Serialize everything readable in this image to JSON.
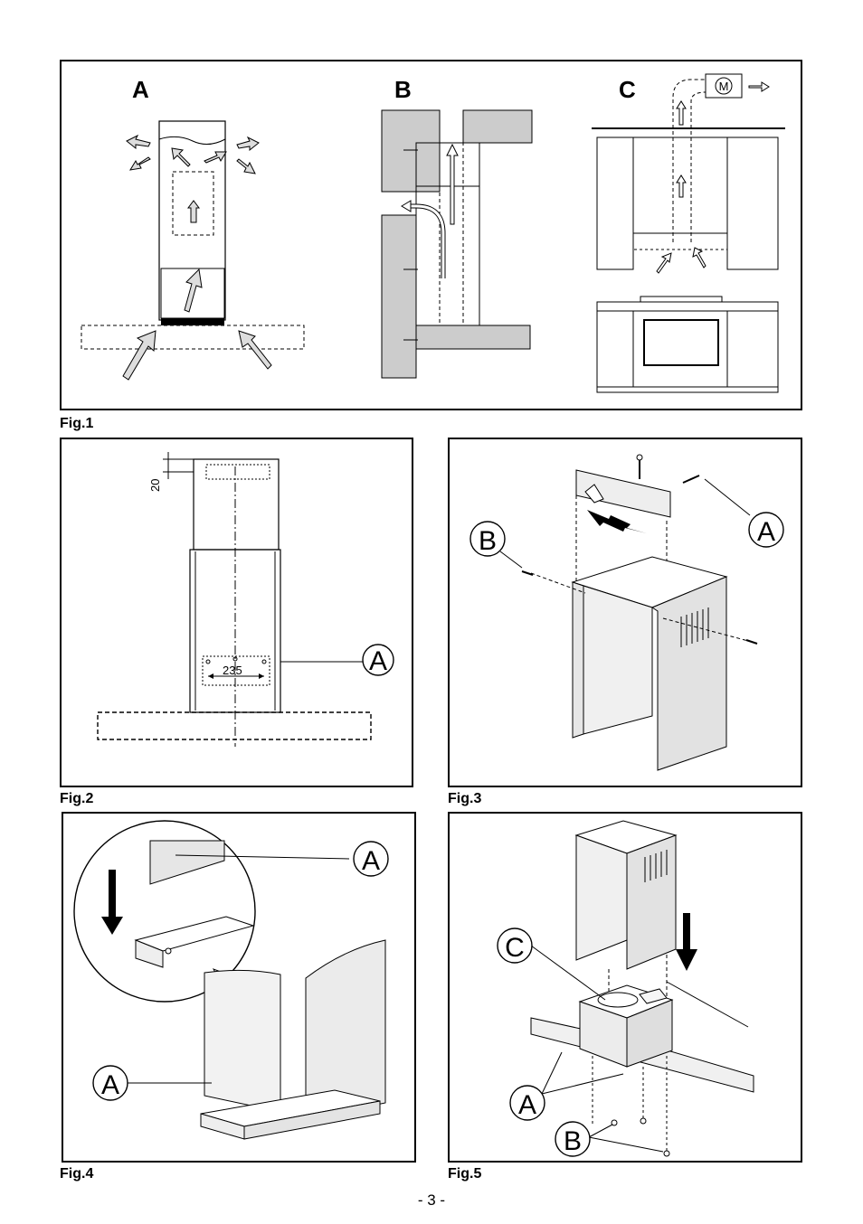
{
  "fig1": {
    "caption": "Fig.1",
    "label_a": "A",
    "label_b": "B",
    "label_c": "C",
    "motor": "M"
  },
  "fig2": {
    "caption": "Fig.2",
    "dim_top": "20",
    "dim_holes": "235",
    "callout_a": "A"
  },
  "fig3": {
    "caption": "Fig.3",
    "callout_a": "A",
    "callout_b": "B"
  },
  "fig4": {
    "caption": "Fig.4",
    "callout_a_top": "A",
    "callout_a_bottom": "A"
  },
  "fig5": {
    "caption": "Fig.5",
    "callout_c": "C",
    "callout_a": "A",
    "callout_b": "B"
  },
  "page_number": "- 3 -"
}
